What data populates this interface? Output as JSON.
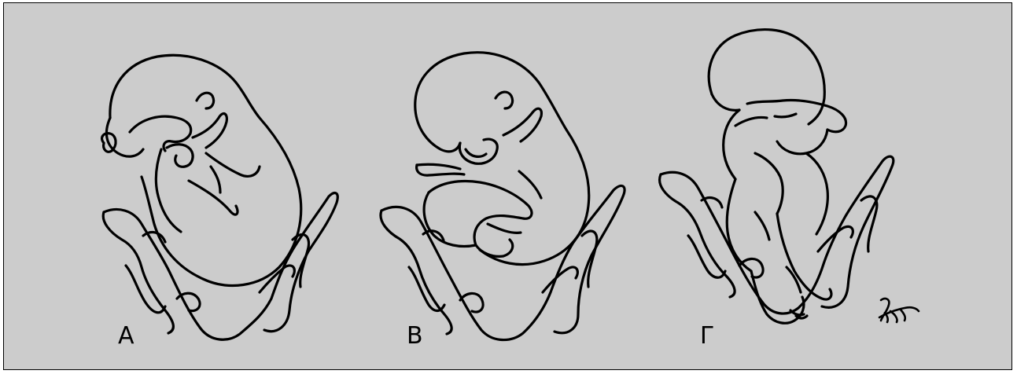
{
  "colors": {
    "background": "#cccccc",
    "line": "#000000",
    "border": "#000000"
  },
  "panels": [
    {
      "label": "А",
      "depiction": "fetus-in-pelvis-flexed-head"
    },
    {
      "label": "В",
      "depiction": "fetus-in-pelvis-breech-legs-flexed"
    },
    {
      "label": "Г",
      "depiction": "fetus-in-pelvis-upright-footling"
    }
  ],
  "signature_mark": "artist-monogram"
}
